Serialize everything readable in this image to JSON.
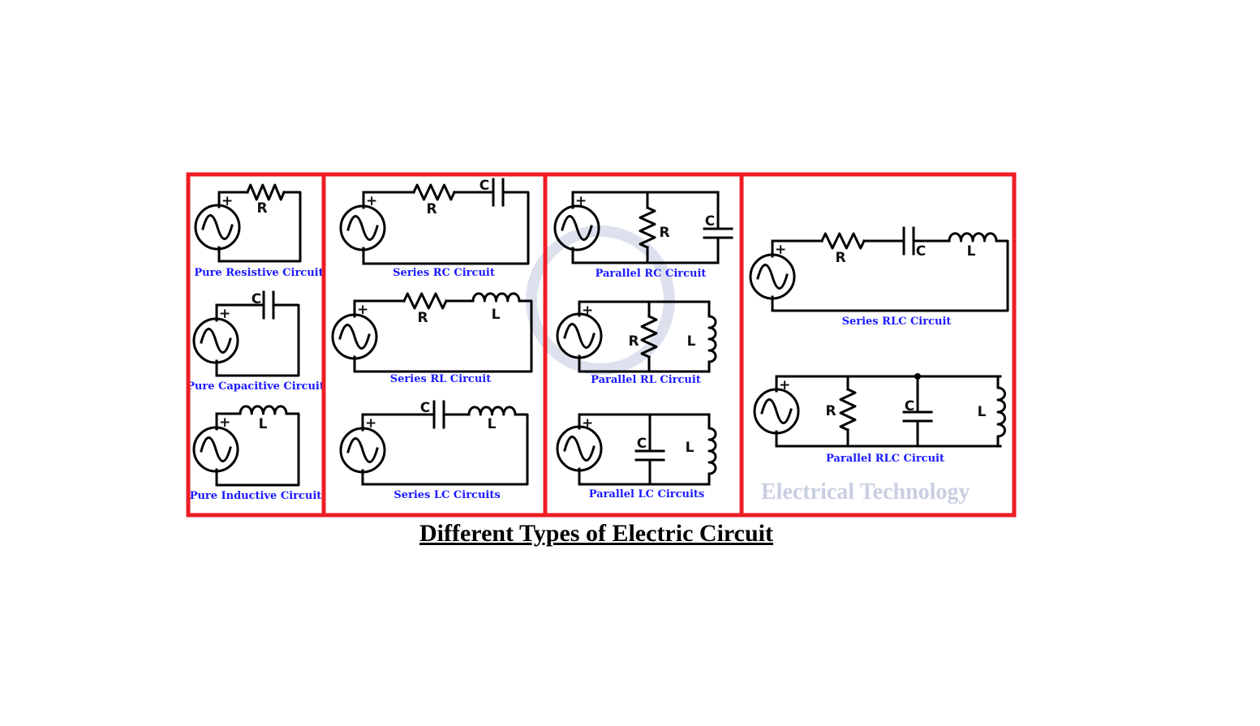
{
  "title": "Different Types of Electric Circuit",
  "watermark": "Electrical Technology",
  "source_polarity": "+",
  "colors": {
    "frame": "#ee1c24",
    "caption": "#1a1aff",
    "wire": "#000000"
  },
  "circuits": [
    {
      "id": "pure-resistive",
      "caption": "Pure Resistive Circuit",
      "labels": [
        "R"
      ]
    },
    {
      "id": "pure-capacitive",
      "caption": "Pure Capacitive Circuit",
      "labels": [
        "C"
      ]
    },
    {
      "id": "pure-inductive",
      "caption": "Pure Inductive Circuit",
      "labels": [
        "L"
      ]
    },
    {
      "id": "series-rc",
      "caption": "Series RC Circuit",
      "labels": [
        "R",
        "C"
      ]
    },
    {
      "id": "series-rl",
      "caption": "Series RL Circuit",
      "labels": [
        "R",
        "L"
      ]
    },
    {
      "id": "series-lc",
      "caption": "Series LC Circuits",
      "labels": [
        "C",
        "L"
      ]
    },
    {
      "id": "parallel-rc",
      "caption": "Parallel RC Circuit",
      "labels": [
        "R",
        "C"
      ]
    },
    {
      "id": "parallel-rl",
      "caption": "Parallel RL Circuit",
      "labels": [
        "R",
        "L"
      ]
    },
    {
      "id": "parallel-lc",
      "caption": "Parallel LC Circuits",
      "labels": [
        "C",
        "L"
      ]
    },
    {
      "id": "series-rlc",
      "caption": "Series RLC Circuit",
      "labels": [
        "R",
        "C",
        "L"
      ]
    },
    {
      "id": "parallel-rlc",
      "caption": "Parallel RLC Circuit",
      "labels": [
        "R",
        "C",
        "L"
      ]
    }
  ]
}
